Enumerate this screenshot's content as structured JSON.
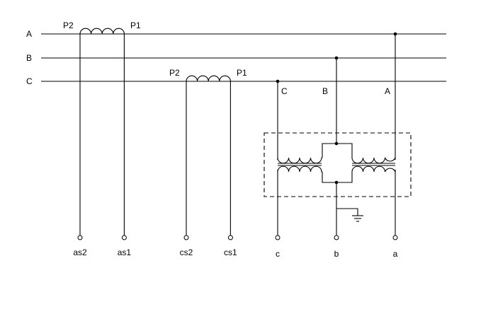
{
  "bus_labels": {
    "a": "A",
    "b": "B",
    "c": "C"
  },
  "ct_a": {
    "p2": "P2",
    "p1": "P1",
    "s2": "as2",
    "s1": "as1"
  },
  "ct_c": {
    "p2": "P2",
    "p1": "P1",
    "s2": "cs2",
    "s1": "cs1"
  },
  "vt": {
    "primary": {
      "c": "C",
      "b": "B",
      "a": "A"
    },
    "secondary": {
      "c": "c",
      "b": "b",
      "a": "a"
    }
  }
}
